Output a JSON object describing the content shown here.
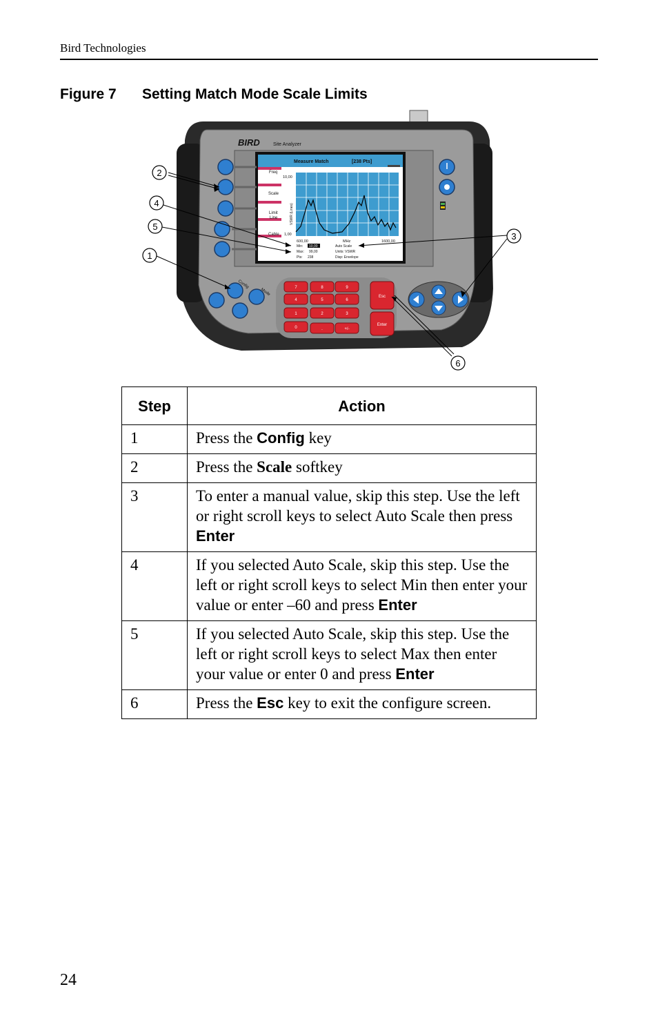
{
  "header": {
    "text": "Bird Technologies"
  },
  "figure": {
    "number": "Figure 7",
    "title": "Setting Match Mode Scale Limits",
    "device": {
      "brand": "BIRD",
      "model": "Site Analyzer",
      "screen_title": "Measure Match",
      "screen_points": "[238 Pts]",
      "softkeys": [
        "Freq",
        "Scale",
        "Limit",
        "Line",
        "Cable"
      ],
      "y_top": "10,00",
      "y_bottom": "1,00",
      "y_axis_label": "VSWR (Lines)",
      "x_start": "600,00",
      "x_unit": "MHz",
      "x_end": "1600,00",
      "info_min_label": "Min:",
      "info_min_value": "10,00",
      "info_max_label": "Max:",
      "info_max_value": "99,00",
      "info_pts_label": "Pts:",
      "info_pts_value": "238",
      "info_auto": "Auto Scale",
      "info_units": "Units:  VSWR",
      "info_disp": "Disp: Envelope",
      "keypad": [
        "7",
        "8",
        "9",
        "4",
        "5",
        "6",
        "1",
        "2",
        "3",
        "0",
        ".",
        "+/-"
      ],
      "esc_label": "Esc",
      "enter_label": "Enter",
      "config_label": "Config",
      "mode_label": "Mode",
      "callouts": [
        "1",
        "2",
        "3",
        "4",
        "5",
        "6"
      ]
    }
  },
  "table": {
    "headers": {
      "step": "Step",
      "action": "Action"
    },
    "rows": [
      {
        "step": "1",
        "pre": "Press the ",
        "key": "Config",
        "post": " key"
      },
      {
        "step": "2",
        "pre": "Press the ",
        "key": "Scale",
        "post": " softkey"
      },
      {
        "step": "3",
        "pre": "To enter a manual value, skip this step. Use the left or right scroll keys to select Auto Scale then press ",
        "key": "Enter",
        "post": ""
      },
      {
        "step": "4",
        "pre": "If you selected Auto Scale, skip this step. Use the left or right scroll keys to select Min then enter your value or enter –60 and press ",
        "key": "Enter",
        "post": ""
      },
      {
        "step": "5",
        "pre": "If you selected Auto Scale, skip this step. Use the left or right scroll keys to select Max then enter your value or enter 0 and press ",
        "key": "Enter",
        "post": ""
      },
      {
        "step": "6",
        "pre": "Press the ",
        "key": "Esc",
        "post": " key to exit the configure screen."
      }
    ]
  },
  "page_number": "24"
}
